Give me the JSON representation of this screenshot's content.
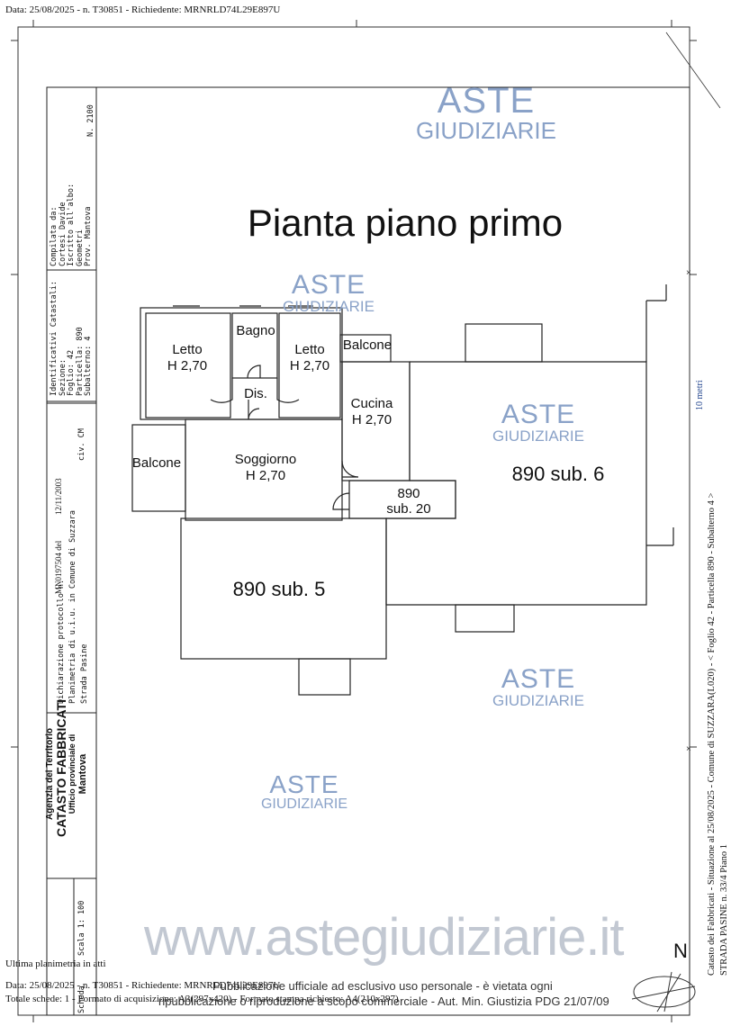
{
  "header": {
    "text": "Data: 25/08/2025 - n. T30851 - Richiedente: MRNRLD74L29E897U"
  },
  "plan": {
    "title": "Pianta piano primo"
  },
  "rooms": {
    "letto1_name": "Letto",
    "letto1_h": "H 2,70",
    "bagno": "Bagno",
    "letto2_name": "Letto",
    "letto2_h": "H 2,70",
    "balcone_top": "Balcone",
    "dis": "Dis.",
    "cucina_name": "Cucina",
    "cucina_h": "H 2,70",
    "balcone_left": "Balcone",
    "soggiorno_name": "Soggiorno",
    "soggiorno_h": "H 2,70",
    "sub20_a": "890",
    "sub20_b": "sub. 20",
    "sub6": "890 sub. 6",
    "sub5": "890 sub. 5"
  },
  "watermark": {
    "aste": "ASTE",
    "giudiziarie": "GIUDIZIARIE",
    "site": "www.astegiudiziarie.it"
  },
  "sidebar": {
    "compilata": [
      "Compilata da:",
      "Cortesi Davide",
      "Iscritto all'albo:",
      "Geometri",
      "Prov. Mantova"
    ],
    "n_albo": "N. 2100",
    "identificativi": [
      "Identificativi Catastali:",
      "Sezione:",
      "Foglio: 42",
      "Particella: 890",
      "Subalterno: 4"
    ],
    "dichiarazione": [
      "Dichiarazione protocollo n.",
      "Planimetria di u.i.u. in Comune di Suzzara",
      "Strada Pasine"
    ],
    "protocollo": "MN0197504 del",
    "data_dich": "12/11/2003",
    "civ": "civ. CM",
    "agenzia": "Agenzia del Territorio",
    "catasto": "CATASTO FABBRICATI",
    "ufficio": "Ufficio provinciale di",
    "provincia": "Mantova",
    "scala": "Scala 1: 100",
    "scheda": "Scheda"
  },
  "right_margin": {
    "metri": "10 metri",
    "line1": "Catasto dei Fabbricati - Situazione al 25/08/2025 - Comune di SUZZARA(L020) - < Foglio 42 - Particella 890 - Subalterno 4 >",
    "line2": "STRADA PASINE n. 33/4 Piano 1"
  },
  "north": "N",
  "footer": {
    "ultima": "Ultima planimetria in atti",
    "data_line": "Data: 25/08/2025 - n. T30851 - Richiedente: MRNRLD74L29E897U",
    "totale_line": "Totale schede: 1 - Formato di acquisizione: A3(297x420) - Formato stampa richiesto: A4(210x297)",
    "pub1": "Pubblicazione ufficiale ad esclusivo uso personale - è vietata ogni",
    "pub2": "ripubblicazione o riproduzione a scopo commerciale - Aut. Min. Giustizia PDG 21/07/09"
  }
}
